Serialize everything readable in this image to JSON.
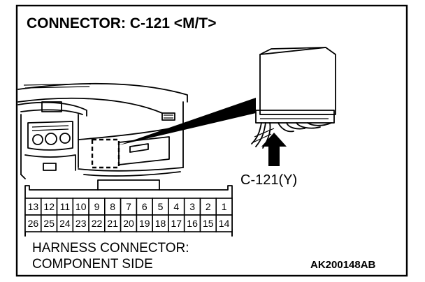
{
  "title": "CONNECTOR: C-121 <M/T>",
  "callout_label": "C-121(Y)",
  "connector": {
    "top_row_pins": [
      "13",
      "12",
      "11",
      "10",
      "9",
      "8",
      "7",
      "6",
      "5",
      "4",
      "3",
      "2",
      "1"
    ],
    "bottom_row_pins": [
      "26",
      "25",
      "24",
      "23",
      "22",
      "21",
      "20",
      "19",
      "18",
      "17",
      "16",
      "15",
      "14"
    ]
  },
  "caption": {
    "line1": "HARNESS CONNECTOR:",
    "line2": "COMPONENT SIDE"
  },
  "figure_id": "AK200148AB"
}
